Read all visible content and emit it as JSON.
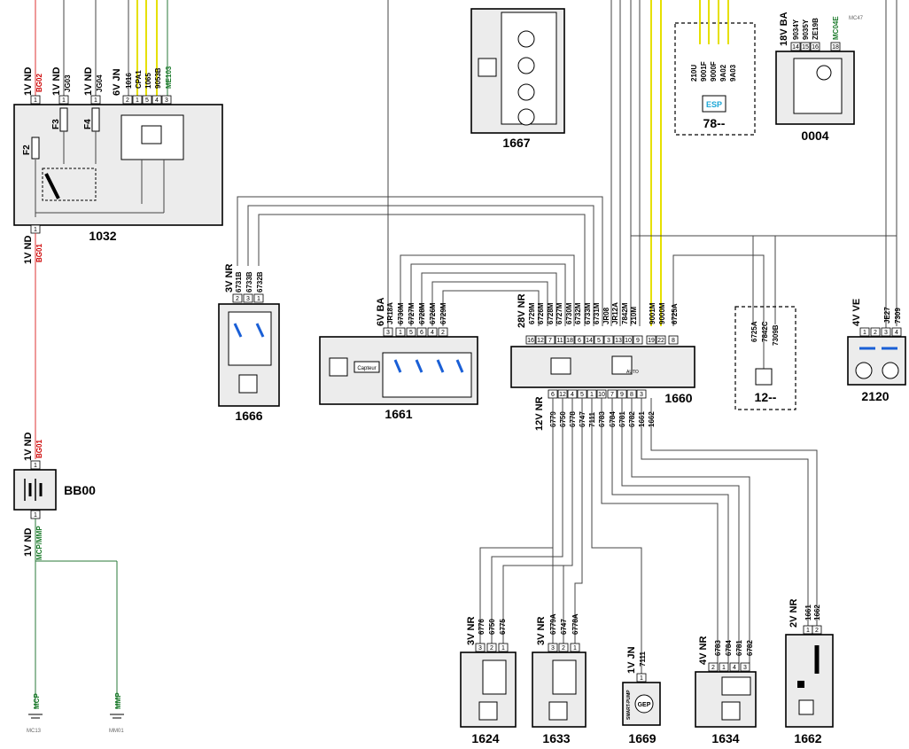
{
  "components": {
    "c1032": {
      "id": "1032",
      "top": "1V ND",
      "top2": "1V ND",
      "top3": "1V ND",
      "top4": "6V JN",
      "bot": "1V ND",
      "f2": "F2",
      "f3": "F3",
      "f4": "F4"
    },
    "c1667": {
      "id": "1667"
    },
    "c78": {
      "id": "78--",
      "badge": "ESP"
    },
    "c0004": {
      "id": "0004",
      "conn": "18V BA"
    },
    "c1666": {
      "id": "1666",
      "conn": "3V NR"
    },
    "c1661": {
      "id": "1661",
      "conn": "6V BA",
      "capteur": "Capteur"
    },
    "c1660": {
      "id": "1660",
      "conn_top": "28V NR",
      "conn_bot": "12V NR",
      "auto": "AUTO"
    },
    "c12": {
      "id": "12--"
    },
    "c2120": {
      "id": "2120",
      "conn": "4V VE"
    },
    "bb00": {
      "id": "BB00",
      "top": "1V ND",
      "bot": "1V ND"
    },
    "c1624": {
      "id": "1624",
      "conn": "3V NR"
    },
    "c1633": {
      "id": "1633",
      "conn": "3V NR"
    },
    "c1669": {
      "id": "1669",
      "conn": "1V JN",
      "gep": "GEP",
      "smart": "SMART-PUMP"
    },
    "c1634": {
      "id": "1634",
      "conn": "4V NR"
    },
    "c1662": {
      "id": "1662",
      "conn": "2V NR"
    }
  },
  "wires": {
    "bg02": "BG02",
    "jg03": "JG03",
    "jg04": "JG04",
    "w1016": "1016",
    "cpa1": "CPA1",
    "w1065": "1065",
    "w9053b": "9053B",
    "me103": "ME103",
    "bg01a": "BG01",
    "bg01b": "BG01",
    "mcpmmp": "MCP/MMP",
    "w210u": "210U",
    "w9001f": "9001F",
    "w9000f": "9000F",
    "w9a02": "9A02",
    "w9a03": "9A03",
    "w9034y": "9034Y",
    "w9035y": "9035Y",
    "ze19b": "ZE19B",
    "mc04e": "MC04E",
    "mc47": "MC47",
    "w6731b": "6731B",
    "w6733b": "6733B",
    "w6732b": "6732B",
    "jr18a": "JR18A",
    "w6730m": "6730M",
    "w6727m": "6727M",
    "w6728m": "6728M",
    "w6726m": "6726M",
    "w6729m": "6729M",
    "t6729m": "6729M",
    "t6726m": "6726M",
    "t6728m": "6728M",
    "t6727m": "6727M",
    "t6730m": "6730M",
    "t6732m": "6732M",
    "t6733m": "6733M",
    "t6731m": "6731M",
    "jr08": "JR08",
    "jr12a": "JR12A",
    "w7842m": "7842M",
    "w210m": "210M",
    "w9001m": "9001M",
    "w9000m": "9000M",
    "w6725a": "6725A",
    "b6779": "6779",
    "b6750": "6750",
    "b6778": "6778",
    "b6747": "6747",
    "b7111": "7111",
    "b6783": "6783",
    "b6784": "6784",
    "b6781": "6781",
    "b6782": "6782",
    "b1661": "1661",
    "b1662": "1662",
    "d6725a": "6725A",
    "d7842c": "7842C",
    "d7309b": "7309B",
    "je27": "JE27",
    "w7309": "7309",
    "l6776": "6776",
    "l6750": "6750",
    "l6775": "6775",
    "m6779a": "6779A",
    "m6747": "6747",
    "m6778a": "6778A",
    "n7111": "7111",
    "p6783": "6783",
    "p6784": "6784",
    "p6781": "6781",
    "p6782": "6782",
    "q1661": "1661",
    "q1662": "1662",
    "mcp": "MCP",
    "mmp": "MMP",
    "mc13": "MC13",
    "mm01": "MM01"
  },
  "pins_1660_top": [
    "16",
    "12",
    "7",
    "11",
    "18",
    "6",
    "14",
    "5",
    "3",
    "13",
    "10",
    "9",
    "19",
    "22",
    "8"
  ],
  "pins_1660_bot": [
    "6",
    "12",
    "4",
    "5",
    "1",
    "10",
    "7",
    "9",
    "8",
    "3"
  ],
  "pins_1661": [
    "3",
    "1",
    "5",
    "6",
    "4",
    "2"
  ],
  "pins_1666": [
    "2",
    "3",
    "1"
  ],
  "pins_1032": [
    "2",
    "1",
    "5",
    "4",
    "3"
  ],
  "pins_0004": [
    "14",
    "15",
    "16",
    "18"
  ],
  "pins_2120": [
    "1",
    "2",
    "3",
    "4"
  ]
}
